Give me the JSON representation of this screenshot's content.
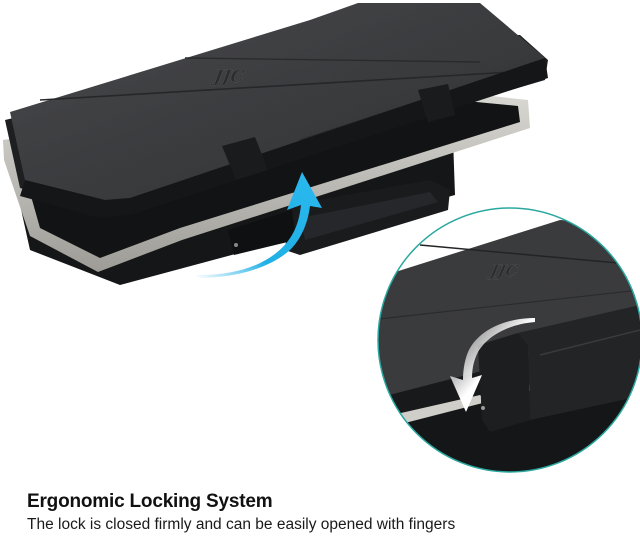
{
  "product": {
    "brand_mark": "JJC",
    "description": "Black hard-shell memory card case with gray gasket, shown with lid latch"
  },
  "annotations": {
    "open_arrow": {
      "color": "#1fb0e6",
      "direction": "up",
      "meaning": "lift latch to open"
    },
    "close_arrow": {
      "color": "#ffffff",
      "direction": "down",
      "meaning": "press latch to close"
    },
    "zoom_circle": {
      "border_color": "#2aa8a0",
      "content": "close-up of lock latch"
    }
  },
  "caption": {
    "title": "Ergonomic Locking System",
    "description": "The lock is closed firmly and can be easily opened with fingers"
  },
  "colors": {
    "background": "#ffffff",
    "case_top": "#3a3b3d",
    "case_edge": "#1c1d1f",
    "gasket": "#c9c8c3"
  }
}
